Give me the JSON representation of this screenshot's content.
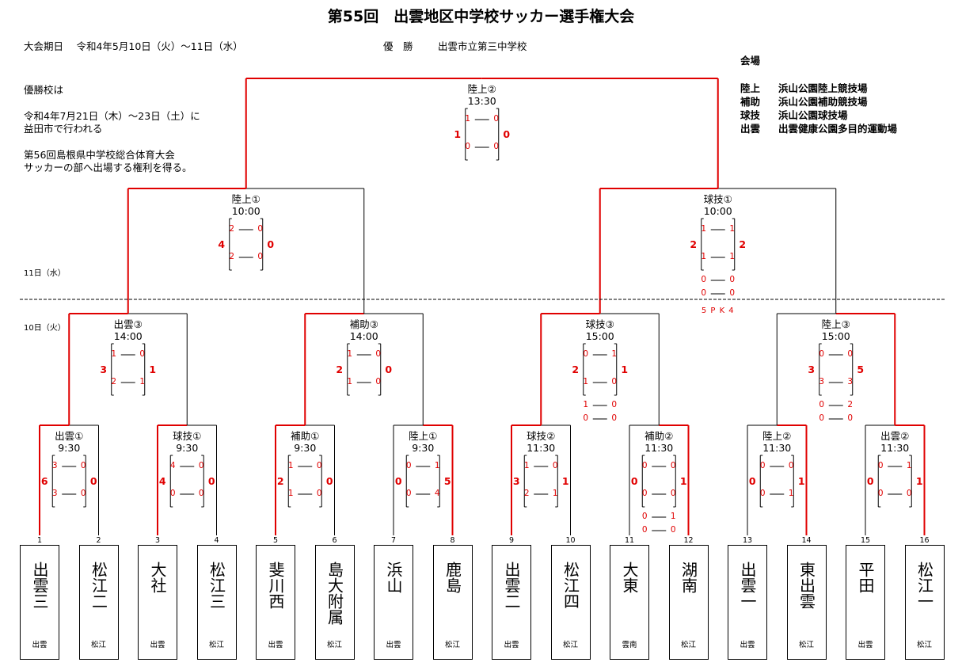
{
  "title": "第55回　出雲地区中学校サッカー選手権大会",
  "event_dates_label": "大会期日　 令和4年5月10日（火）～11日（水）",
  "champion_label": "優　勝",
  "champion_team": "出雲市立第三中学校",
  "note_lines": [
    "優勝校は",
    "令和4年7月21日（木）～23日（土）に",
    "益田市で行われる",
    "第56回島根県中学校総合体育大会",
    "サッカーの部へ出場する権利を得る。"
  ],
  "venue_heading": "会場",
  "venues": [
    {
      "short": "陸上",
      "name": "浜山公園陸上競技場"
    },
    {
      "short": "補助",
      "name": "浜山公園補助競技場"
    },
    {
      "short": "球技",
      "name": "浜山公園球技場"
    },
    {
      "short": "出雲",
      "name": "出雲健康公園多目的運動場"
    }
  ],
  "day_labels": {
    "day2": "11日（水）",
    "day1": "10日（火）"
  },
  "colors": {
    "winner_line": "#e00000",
    "loser_line": "#000000",
    "score": "#e00000"
  },
  "teams": [
    {
      "seed": "1",
      "name": "出雲三",
      "region": "出雲"
    },
    {
      "seed": "2",
      "name": "松江二",
      "region": "松江"
    },
    {
      "seed": "3",
      "name": "大社",
      "region": "出雲"
    },
    {
      "seed": "4",
      "name": "松江三",
      "region": "松江"
    },
    {
      "seed": "5",
      "name": "斐川西",
      "region": "出雲"
    },
    {
      "seed": "6",
      "name": "島大附属",
      "region": "松江"
    },
    {
      "seed": "7",
      "name": "浜山",
      "region": "出雲"
    },
    {
      "seed": "8",
      "name": "鹿島",
      "region": "松江"
    },
    {
      "seed": "9",
      "name": "出雲二",
      "region": "出雲"
    },
    {
      "seed": "10",
      "name": "松江四",
      "region": "松江"
    },
    {
      "seed": "11",
      "name": "大東",
      "region": "雲南"
    },
    {
      "seed": "12",
      "name": "湖南",
      "region": "松江"
    },
    {
      "seed": "13",
      "name": "出雲一",
      "region": "出雲"
    },
    {
      "seed": "14",
      "name": "東出雲",
      "region": "松江"
    },
    {
      "seed": "15",
      "name": "平田",
      "region": "出雲"
    },
    {
      "seed": "16",
      "name": "松江一",
      "region": "松江"
    }
  ],
  "matches": {
    "r1": [
      {
        "venue": "出雲①",
        "time": "9:30",
        "halves": [
          [
            "3",
            "0"
          ],
          [
            "3",
            "0"
          ]
        ],
        "total": [
          "6",
          "0"
        ],
        "extra": [],
        "pk": ""
      },
      {
        "venue": "球技①",
        "time": "9:30",
        "halves": [
          [
            "4",
            "0"
          ],
          [
            "0",
            "0"
          ]
        ],
        "total": [
          "4",
          "0"
        ],
        "extra": [],
        "pk": ""
      },
      {
        "venue": "補助①",
        "time": "9:30",
        "halves": [
          [
            "1",
            "0"
          ],
          [
            "1",
            "0"
          ]
        ],
        "total": [
          "2",
          "0"
        ],
        "extra": [],
        "pk": ""
      },
      {
        "venue": "陸上①",
        "time": "9:30",
        "halves": [
          [
            "0",
            "1"
          ],
          [
            "0",
            "4"
          ]
        ],
        "total": [
          "0",
          "5"
        ],
        "extra": [],
        "pk": ""
      },
      {
        "venue": "球技②",
        "time": "11:30",
        "halves": [
          [
            "1",
            "0"
          ],
          [
            "2",
            "1"
          ]
        ],
        "total": [
          "3",
          "1"
        ],
        "extra": [],
        "pk": ""
      },
      {
        "venue": "補助②",
        "time": "11:30",
        "halves": [
          [
            "0",
            "0"
          ],
          [
            "0",
            "0"
          ]
        ],
        "total": [
          "0",
          "1"
        ],
        "extra": [
          [
            "0",
            "1"
          ],
          [
            "0",
            "0"
          ]
        ],
        "pk": ""
      },
      {
        "venue": "陸上②",
        "time": "11:30",
        "halves": [
          [
            "0",
            "0"
          ],
          [
            "0",
            "1"
          ]
        ],
        "total": [
          "0",
          "1"
        ],
        "extra": [],
        "pk": ""
      },
      {
        "venue": "出雲②",
        "time": "11:30",
        "halves": [
          [
            "0",
            "1"
          ],
          [
            "0",
            "0"
          ]
        ],
        "total": [
          "0",
          "1"
        ],
        "extra": [],
        "pk": ""
      }
    ],
    "r2": [
      {
        "venue": "出雲③",
        "time": "14:00",
        "halves": [
          [
            "1",
            "0"
          ],
          [
            "2",
            "1"
          ]
        ],
        "total": [
          "3",
          "1"
        ],
        "extra": [],
        "pk": ""
      },
      {
        "venue": "補助③",
        "time": "14:00",
        "halves": [
          [
            "1",
            "0"
          ],
          [
            "1",
            "0"
          ]
        ],
        "total": [
          "2",
          "0"
        ],
        "extra": [],
        "pk": ""
      },
      {
        "venue": "球技③",
        "time": "15:00",
        "halves": [
          [
            "0",
            "1"
          ],
          [
            "1",
            "0"
          ]
        ],
        "total": [
          "2",
          "1"
        ],
        "extra": [
          [
            "1",
            "0"
          ],
          [
            "0",
            "0"
          ]
        ],
        "pk": ""
      },
      {
        "venue": "陸上③",
        "time": "15:00",
        "halves": [
          [
            "0",
            "0"
          ],
          [
            "3",
            "3"
          ]
        ],
        "total": [
          "3",
          "5"
        ],
        "extra": [
          [
            "0",
            "2"
          ],
          [
            "0",
            "0"
          ]
        ],
        "pk": ""
      }
    ],
    "r3": [
      {
        "venue": "陸上①",
        "time": "10:00",
        "halves": [
          [
            "2",
            "0"
          ],
          [
            "2",
            "0"
          ]
        ],
        "total": [
          "4",
          "0"
        ],
        "extra": [],
        "pk": ""
      },
      {
        "venue": "球技①",
        "time": "10:00",
        "halves": [
          [
            "1",
            "1"
          ],
          [
            "1",
            "1"
          ]
        ],
        "total": [
          "2",
          "2"
        ],
        "extra": [
          [
            "0",
            "0"
          ],
          [
            "0",
            "0"
          ]
        ],
        "pk": "5 P K 4"
      }
    ],
    "final": {
      "venue": "陸上②",
      "time": "13:30",
      "halves": [
        [
          "1",
          "0"
        ],
        [
          "0",
          "0"
        ]
      ],
      "total": [
        "1",
        "0"
      ],
      "extra": [],
      "pk": ""
    }
  }
}
